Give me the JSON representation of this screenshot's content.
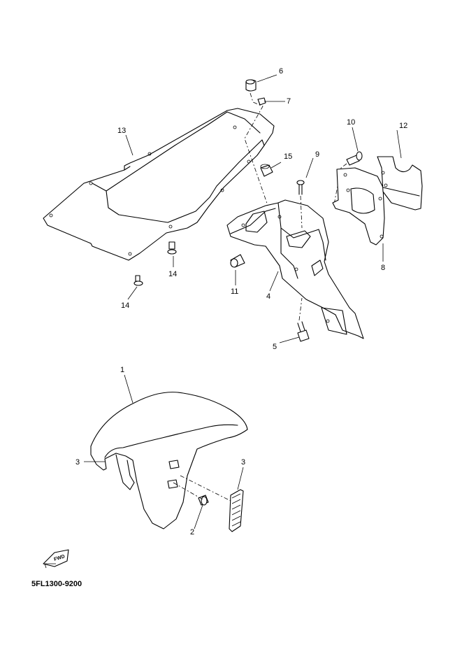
{
  "diagram": {
    "callouts": [
      "1",
      "2",
      "3",
      "3",
      "4",
      "5",
      "6",
      "7",
      "8",
      "9",
      "10",
      "11",
      "12",
      "13",
      "14",
      "14",
      "15"
    ],
    "direction_badge": "FWD",
    "diagram_code": "5FL1300-9200"
  }
}
